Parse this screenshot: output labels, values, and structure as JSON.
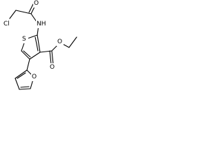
{
  "structure": {
    "atoms": {
      "chlorine": "Cl",
      "nh": "NH",
      "amide_oxygen": "O",
      "thiophene_sulfur": "S",
      "ester_carbonyl_oxygen": "O",
      "ester_oxygen": "O",
      "furan_oxygen": "O"
    }
  },
  "colors": {
    "bond": "#000000",
    "label": "#000000",
    "background": "#ffffff"
  }
}
